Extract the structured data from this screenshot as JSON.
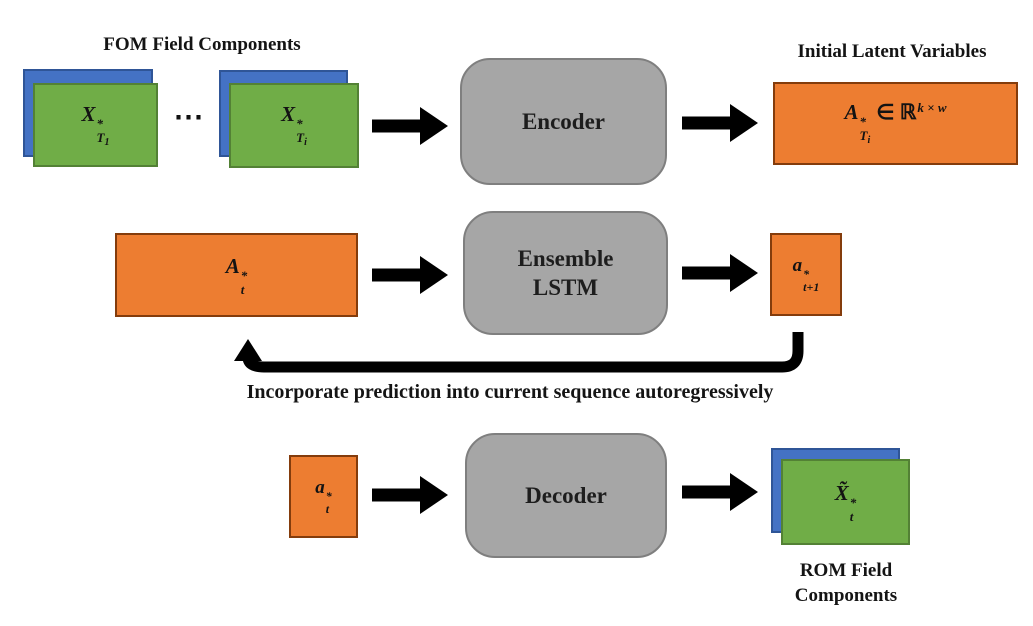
{
  "headings": {
    "fom": "FOM Field Components",
    "initial_latent": "Initial Latent Variables",
    "feedback_caption": "Incorporate prediction into current sequence autoregressively",
    "rom_line1": "ROM Field",
    "rom_line2": "Components"
  },
  "blocks": {
    "encoder": "Encoder",
    "lstm_line1": "Ensemble",
    "lstm_line2": "LSTM",
    "decoder": "Decoder"
  },
  "math": {
    "x_t1": {
      "base": "X",
      "sup": "*",
      "sub": "T",
      "subsub": "1"
    },
    "x_ti": {
      "base": "X",
      "sup": "*",
      "sub": "T",
      "subsub": "i"
    },
    "a_ti": {
      "base": "A",
      "sup": "*",
      "sub": "T",
      "subsub": "i",
      "rest": "∈ ℝ",
      "rest_sup": "k × w"
    },
    "a_t": {
      "base": "A",
      "sup": "*",
      "sub": "t"
    },
    "a_t1": {
      "base": "a",
      "sup": "*",
      "sub": "t+1"
    },
    "a_t_sm": {
      "base": "a",
      "sup": "*",
      "sub": "t"
    },
    "x_tilde": {
      "base": "X̃",
      "sup": "*",
      "sub": "t"
    }
  },
  "ellipsis": "⋯",
  "colors": {
    "card_blue": "#4472C4",
    "card_blue_border": "#2F5597",
    "card_green": "#70AD47",
    "card_green_border": "#538135",
    "latent_orange": "#ED7D31",
    "latent_orange_border": "#843C0C",
    "process_gray": "#A6A6A6",
    "process_gray_border": "#7F7F7F",
    "arrow_black": "#000000",
    "background": "#FFFFFF"
  }
}
